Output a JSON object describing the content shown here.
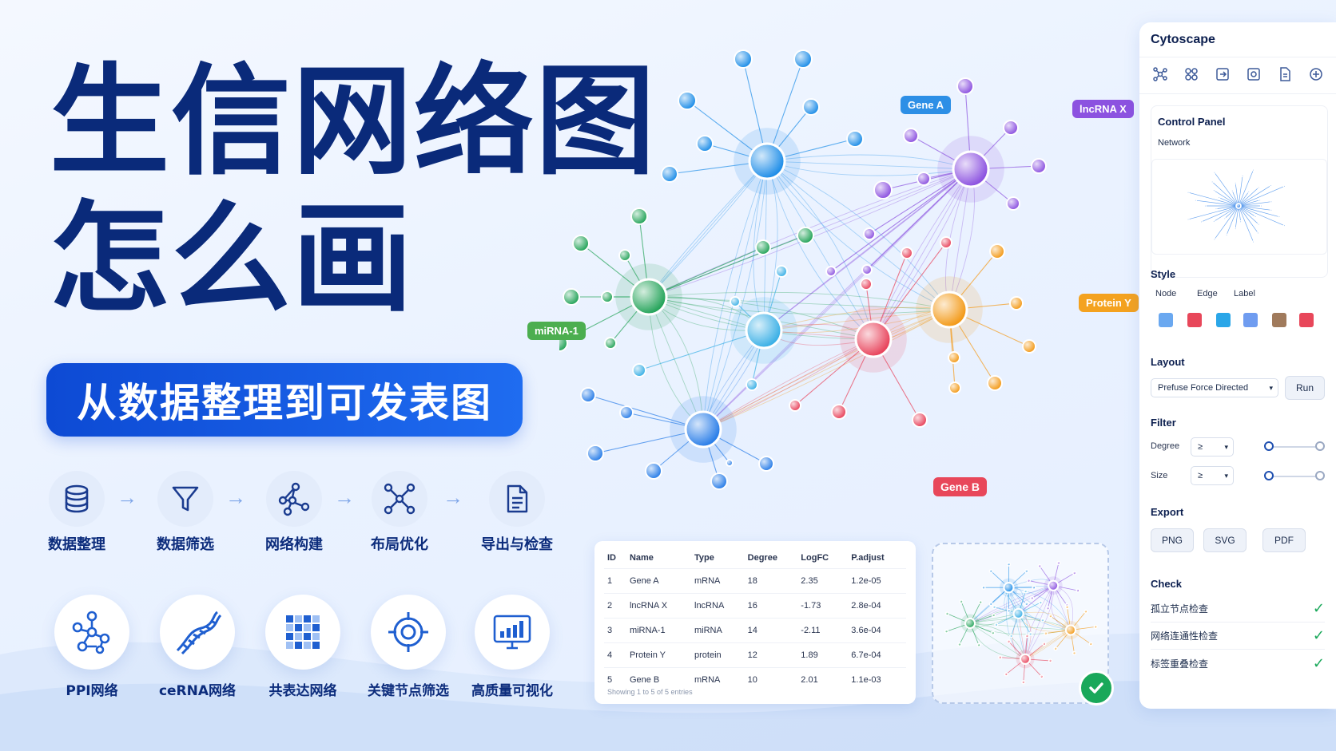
{
  "headline": {
    "line1": "生信网络图",
    "line2": "怎么画",
    "subtitle": "从数据整理到可发表图"
  },
  "steps": [
    {
      "label": "数据整理",
      "icon": "database-icon"
    },
    {
      "label": "数据筛选",
      "icon": "filter-icon"
    },
    {
      "label": "网络构建",
      "icon": "network-icon"
    },
    {
      "label": "布局优化",
      "icon": "layout-icon"
    },
    {
      "label": "导出与检查",
      "icon": "document-icon"
    }
  ],
  "categories": [
    {
      "label": "PPI网络",
      "icon": "molecule-icon"
    },
    {
      "label": "ceRNA网络",
      "icon": "dna-icon"
    },
    {
      "label": "共表达网络",
      "icon": "heatmap-icon"
    },
    {
      "label": "关键节点筛选",
      "icon": "target-icon"
    },
    {
      "label": "高质量可视化",
      "icon": "monitor-chart-icon"
    }
  ],
  "network": {
    "tags": [
      {
        "text": "Gene A",
        "color": "#2d8fe6"
      },
      {
        "text": "lncRNA X",
        "color": "#8c52e0"
      },
      {
        "text": "miRNA-1",
        "color": "#4cae4f"
      },
      {
        "text": "Protein Y",
        "color": "#f4a21f"
      },
      {
        "text": "Gene B",
        "color": "#e8475a"
      }
    ],
    "hub_colors": [
      "#1f8ee8",
      "#8c52e0",
      "#25a45a",
      "#f39a18",
      "#e8445c",
      "#2a7ee8",
      "#3bb0e6"
    ]
  },
  "table": {
    "columns": [
      "ID",
      "Name",
      "Type",
      "Degree",
      "LogFC",
      "P.adjust"
    ],
    "rows": [
      [
        "1",
        "Gene A",
        "mRNA",
        "18",
        "2.35",
        "1.2e-05"
      ],
      [
        "2",
        "lncRNA X",
        "lncRNA",
        "16",
        "-1.73",
        "2.8e-04"
      ],
      [
        "3",
        "miRNA-1",
        "miRNA",
        "14",
        "-2.11",
        "3.6e-04"
      ],
      [
        "4",
        "Protein Y",
        "protein",
        "12",
        "1.89",
        "6.7e-04"
      ],
      [
        "5",
        "Gene B",
        "mRNA",
        "10",
        "2.01",
        "1.1e-03"
      ]
    ],
    "footer": "Showing 1 to 5 of 5 entries"
  },
  "panel": {
    "title": "Cytoscape",
    "tools": [
      "network-tool-icon",
      "cluster-icon",
      "import-icon",
      "settings-icon",
      "file-icon",
      "add-icon"
    ],
    "control_panel": "Control Panel",
    "network_tab": "Network",
    "style": "Style",
    "style_tabs": [
      "Node",
      "Edge",
      "Label"
    ],
    "swatches": [
      "#6aa8f0",
      "#e8475a",
      "#2aa6e8",
      "#6f9cf0",
      "#a07a5c",
      "#e8475a"
    ],
    "layout": "Layout",
    "layout_value": "Prefuse Force Directed",
    "run": "Run",
    "filter": "Filter",
    "degree": "Degree",
    "size": "Size",
    "op": "≥",
    "export": "Export",
    "export_buttons": [
      "PNG",
      "SVG",
      "PDF"
    ],
    "check": "Check",
    "checks": [
      "孤立节点检查",
      "网络连通性检查",
      "标签重叠检查"
    ]
  }
}
